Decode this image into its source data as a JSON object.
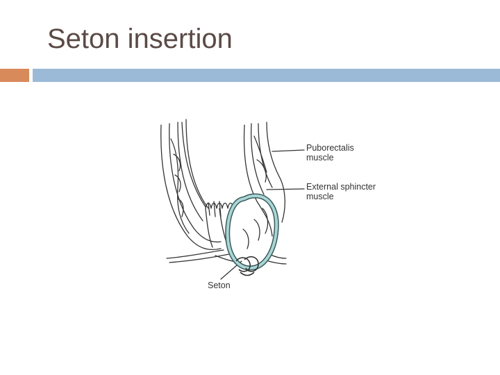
{
  "slide": {
    "title": "Seton insertion"
  },
  "colors": {
    "accent_orange": "#d98a5b",
    "accent_blue": "#9bbad7",
    "seton_fill": "#a9d6d6",
    "seton_outline": "#3c5a5a",
    "title_text": "#5a4a46"
  },
  "diagram": {
    "labels": {
      "puborectalis_line1": "Puborectalis",
      "puborectalis_line2": "muscle",
      "external_sphincter_line1": "External sphincter",
      "external_sphincter_line2": "muscle",
      "seton": "Seton"
    }
  }
}
